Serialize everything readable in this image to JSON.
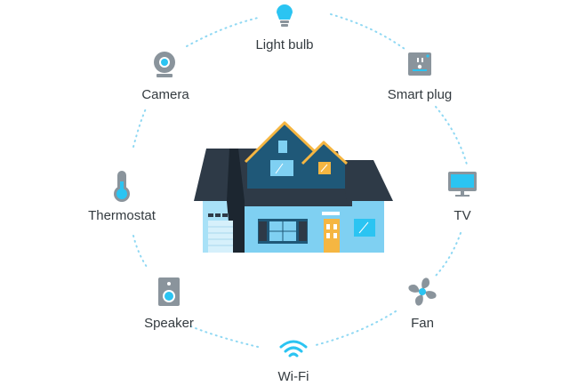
{
  "diagram": {
    "devices": [
      {
        "id": "light-bulb",
        "label": "Light bulb",
        "icon": "light-bulb-icon"
      },
      {
        "id": "smart-plug",
        "label": "Smart plug",
        "icon": "smart-plug-icon"
      },
      {
        "id": "tv",
        "label": "TV",
        "icon": "tv-icon"
      },
      {
        "id": "fan",
        "label": "Fan",
        "icon": "fan-icon"
      },
      {
        "id": "wifi",
        "label": "Wi-Fi",
        "icon": "wifi-icon"
      },
      {
        "id": "speaker",
        "label": "Speaker",
        "icon": "speaker-icon"
      },
      {
        "id": "thermostat",
        "label": "Thermostat",
        "icon": "thermostat-icon"
      },
      {
        "id": "camera",
        "label": "Camera",
        "icon": "camera-icon"
      }
    ],
    "center": {
      "icon": "house-icon"
    },
    "colors": {
      "accent": "#2bc4f2",
      "icon_gray": "#8a949c",
      "roof": "#2e3a47",
      "wall": "#7fd0f2",
      "gable": "#1f5878",
      "trim": "#f5b642",
      "dots": "#8fd8f3",
      "text": "#333a3f"
    }
  }
}
